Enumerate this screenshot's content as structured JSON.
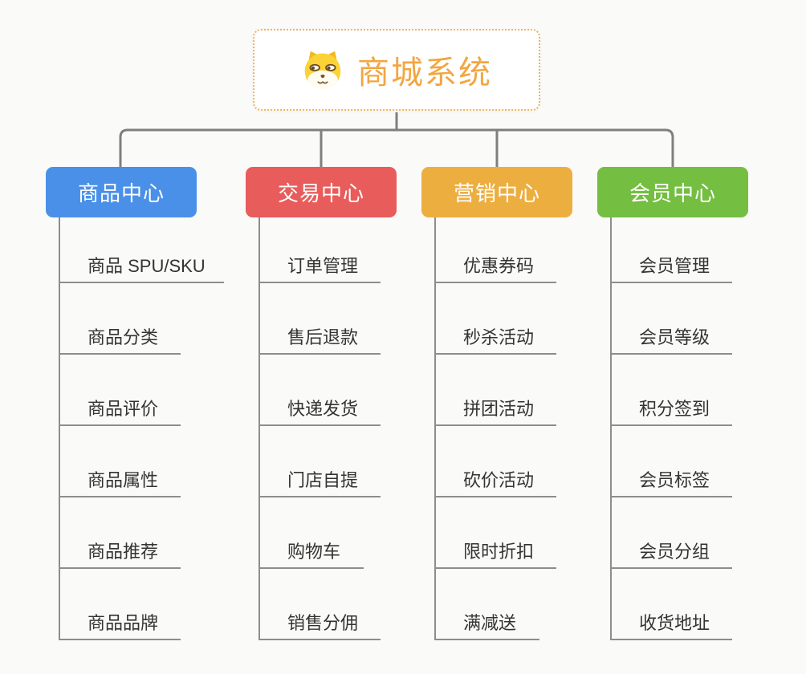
{
  "root": {
    "title": "商城系统",
    "icon": "dog-mascot-icon"
  },
  "branches": [
    {
      "label": "商品中心",
      "color": "#4a90e8",
      "items": [
        "商品 SPU/SKU",
        "商品分类",
        "商品评价",
        "商品属性",
        "商品推荐",
        "商品品牌"
      ]
    },
    {
      "label": "交易中心",
      "color": "#e85c5b",
      "items": [
        "订单管理",
        "售后退款",
        "快递发货",
        "门店自提",
        "购物车",
        "销售分佣"
      ]
    },
    {
      "label": "营销中心",
      "color": "#edae40",
      "items": [
        "优惠券码",
        "秒杀活动",
        "拼团活动",
        "砍价活动",
        "限时折扣",
        "满减送"
      ]
    },
    {
      "label": "会员中心",
      "color": "#74be41",
      "items": [
        "会员管理",
        "会员等级",
        "积分签到",
        "会员标签",
        "会员分组",
        "收货地址"
      ]
    }
  ],
  "colors": {
    "background": "#fafaf9",
    "connector": "#7f7f7f",
    "underline": "#8d8d8d",
    "item_text": "#333333",
    "root_text": "#f2a642",
    "root_border": "#f1b35c"
  }
}
